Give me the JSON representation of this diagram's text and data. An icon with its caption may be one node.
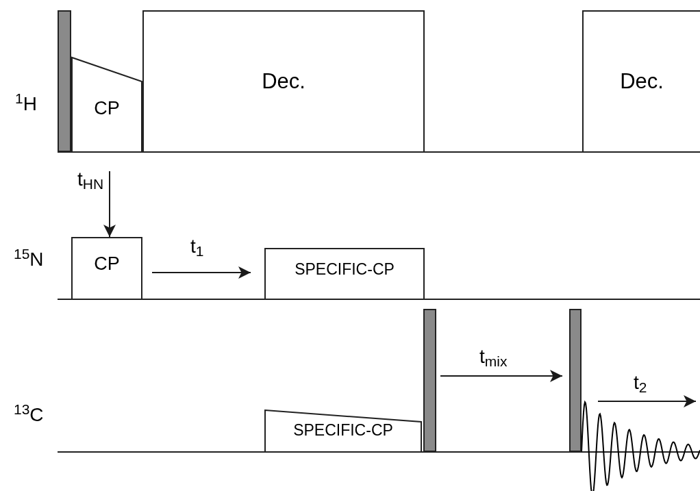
{
  "diagram": {
    "nodes": [
      {
        "text": [
          "CP"
        ]
      },
      {
        "text": [
          "Dec."
        ]
      },
      {
        "text": [
          "Dec."
        ]
      },
      {
        "text": [
          "CP"
        ]
      },
      {
        "text": [
          "SPECIFIC-CP"
        ]
      },
      {
        "text": [
          "SPECIFIC-CP"
        ]
      },
      {
        "text": [],
        "shape": "bar"
      },
      {
        "text": [],
        "shape": "bar"
      },
      {
        "text": [],
        "shape": "bar"
      }
    ],
    "edges": [
      {
        "from": null,
        "to": 3,
        "arrow": "to",
        "label": "t$_{HN}$"
      },
      {
        "from": 3,
        "to": 4,
        "arrow": "to",
        "label": "t$_{1}$"
      },
      {
        "from": 7,
        "to": 8,
        "arrow": "to",
        "label": "t$_{mix}$"
      },
      {
        "from": 8,
        "to": null,
        "arrow": "to",
        "label": "t$_{2}$"
      }
    ],
    "labels": [
      "$^{1}$H",
      "$^{15}$N",
      "$^{13}$C"
    ]
  }
}
